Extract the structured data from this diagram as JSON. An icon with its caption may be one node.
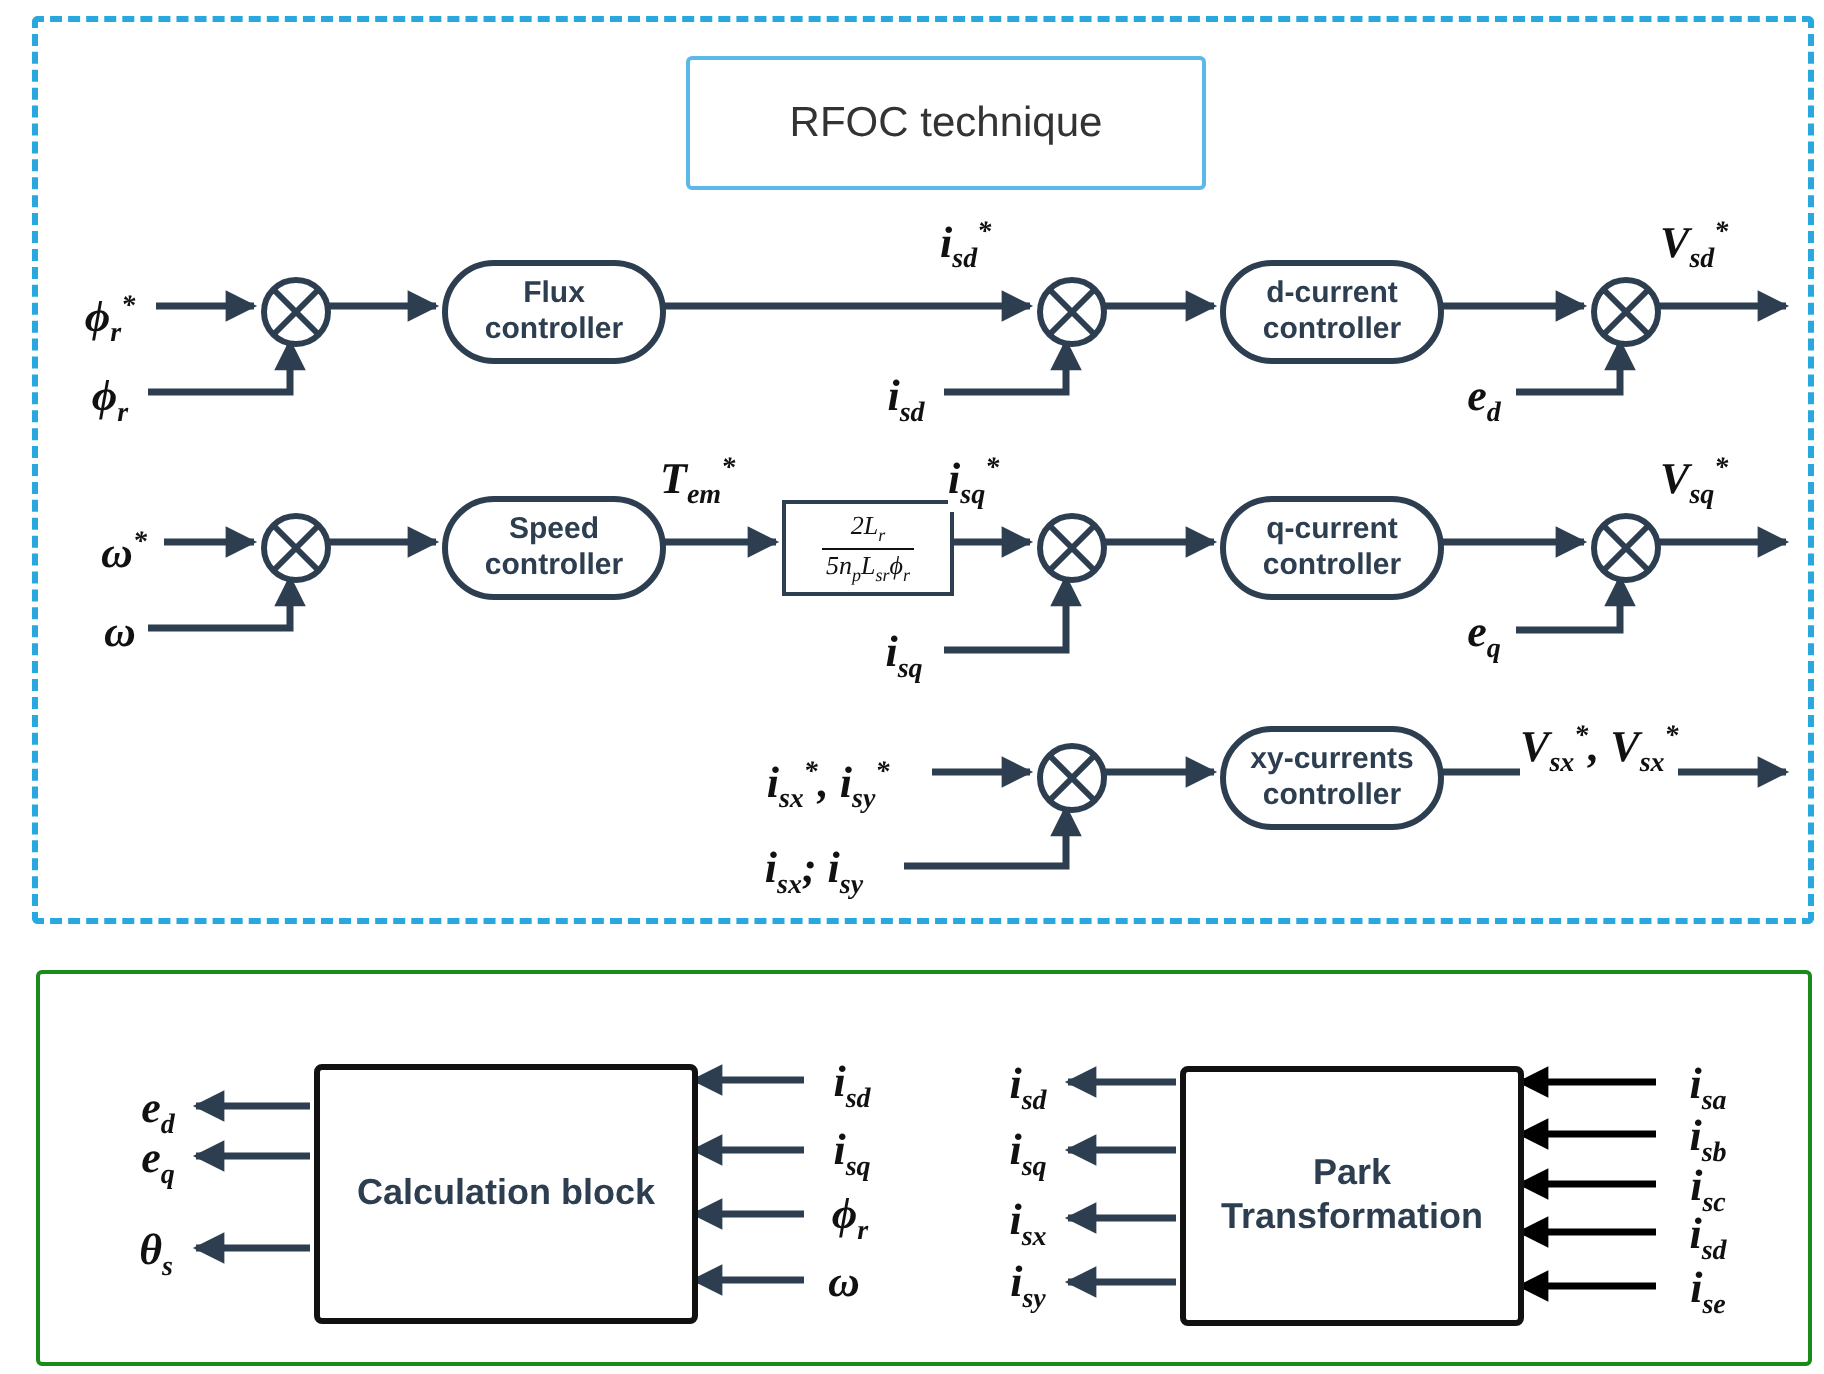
{
  "diagram": {
    "nodes": [
      {
        "text": [],
        "shape": "box"
      },
      {
        "text": [
          "RFOC technique"
        ],
        "in": 0
      },
      {
        "text": [
          "ϕ$_{r}$$^{*}$"
        ],
        "in": 0
      },
      {
        "text": [],
        "shape": "circle",
        "in": 0
      },
      {
        "text": [
          "ϕ$_{r}$"
        ],
        "in": 0
      },
      {
        "text": [
          "Flux controller"
        ],
        "in": 0
      },
      {
        "text": [],
        "shape": "circle",
        "in": 0
      },
      {
        "text": [
          "i$_{sd}$"
        ],
        "in": 0
      },
      {
        "text": [
          "d-current controller"
        ],
        "in": 0
      },
      {
        "text": [],
        "shape": "circle",
        "in": 0
      },
      {
        "text": [
          "e$_{d}$"
        ],
        "in": 0
      },
      {
        "text": [
          "ω$^{*}$"
        ],
        "in": 0
      },
      {
        "text": [],
        "shape": "circle",
        "in": 0
      },
      {
        "text": [
          "ω"
        ],
        "in": 0
      },
      {
        "text": [
          "Speed controller"
        ],
        "in": 0
      },
      {
        "text": [
          "2L$_{r}$",
          "5n$_{p}$L$_{sr}$ϕ$_{r}$"
        ],
        "in": 0
      },
      {
        "text": [],
        "shape": "circle",
        "in": 0
      },
      {
        "text": [
          "i$_{sq}$"
        ],
        "in": 0
      },
      {
        "text": [
          "q-current controller"
        ],
        "in": 0
      },
      {
        "text": [],
        "shape": "circle",
        "in": 0
      },
      {
        "text": [
          "e$_{q}$"
        ],
        "in": 0
      },
      {
        "text": [
          "i$_{sx}$$^{*}$, i$_{sy}$$^{*}$"
        ],
        "in": 0
      },
      {
        "text": [],
        "shape": "circle",
        "in": 0
      },
      {
        "text": [
          "i$_{sx}$; i$_{sy}$"
        ],
        "in": 0
      },
      {
        "text": [
          "xy-currents controller"
        ],
        "in": 0
      },
      {
        "text": [],
        "shape": "box"
      },
      {
        "text": [
          "Calculation block"
        ],
        "in": 25
      },
      {
        "text": [
          "e$_{d}$"
        ],
        "in": 25
      },
      {
        "text": [
          "e$_{q}$"
        ],
        "in": 25
      },
      {
        "text": [
          "θ$_{s}$"
        ],
        "in": 25
      },
      {
        "text": [
          "i$_{sd}$"
        ],
        "in": 25
      },
      {
        "text": [
          "i$_{sq}$"
        ],
        "in": 25
      },
      {
        "text": [
          "ϕ$_{r}$"
        ],
        "in": 25
      },
      {
        "text": [
          "ω"
        ],
        "in": 25
      },
      {
        "text": [
          "Park Transformation"
        ],
        "in": 25
      },
      {
        "text": [
          "i$_{sd}$"
        ],
        "in": 25
      },
      {
        "text": [
          "i$_{sq}$"
        ],
        "in": 25
      },
      {
        "text": [
          "i$_{sx}$"
        ],
        "in": 25
      },
      {
        "text": [
          "i$_{sy}$"
        ],
        "in": 25
      },
      {
        "text": [
          "i$_{sa}$"
        ],
        "in": 25
      },
      {
        "text": [
          "i$_{sb}$"
        ],
        "in": 25
      },
      {
        "text": [
          "i$_{sc}$"
        ],
        "in": 25
      },
      {
        "text": [
          "i$_{sd}$"
        ],
        "in": 25
      },
      {
        "text": [
          "i$_{se}$"
        ],
        "in": 25
      }
    ],
    "edges": [
      {
        "from": 2,
        "to": 3,
        "arrow": "to"
      },
      {
        "from": 4,
        "to": 3,
        "arrow": "to"
      },
      {
        "from": 3,
        "to": 5,
        "arrow": "to"
      },
      {
        "from": 5,
        "to": 6,
        "arrow": "to",
        "label": "i$_{sd}$$^{*}$"
      },
      {
        "from": 7,
        "to": 6,
        "arrow": "to"
      },
      {
        "from": 6,
        "to": 8,
        "arrow": "to"
      },
      {
        "from": 8,
        "to": 9,
        "arrow": "to"
      },
      {
        "from": 10,
        "to": 9,
        "arrow": "to"
      },
      {
        "from": 9,
        "to": null,
        "arrow": "to",
        "label": "V$_{sd}$$^{*}$"
      },
      {
        "from": 11,
        "to": 12,
        "arrow": "to"
      },
      {
        "from": 13,
        "to": 12,
        "arrow": "to"
      },
      {
        "from": 12,
        "to": 14,
        "arrow": "to"
      },
      {
        "from": 14,
        "to": 15,
        "arrow": "to",
        "label": "T$_{em}$$^{*}$"
      },
      {
        "from": 15,
        "to": 16,
        "arrow": "to",
        "label": "i$_{sq}$$^{*}$"
      },
      {
        "from": 17,
        "to": 16,
        "arrow": "to"
      },
      {
        "from": 16,
        "to": 18,
        "arrow": "to"
      },
      {
        "from": 18,
        "to": 19,
        "arrow": "to"
      },
      {
        "from": 20,
        "to": 19,
        "arrow": "to"
      },
      {
        "from": 19,
        "to": null,
        "arrow": "to",
        "label": "V$_{sq}$$^{*}$"
      },
      {
        "from": 21,
        "to": 22,
        "arrow": "to"
      },
      {
        "from": 23,
        "to": 22,
        "arrow": "to"
      },
      {
        "from": 22,
        "to": 24,
        "arrow": "to"
      },
      {
        "from": 24,
        "to": null,
        "arrow": "to",
        "label": "V$_{sx}$$^{*}$, V$_{sx}$$^{*}$"
      },
      {
        "from": 26,
        "to": 27,
        "arrow": "to"
      },
      {
        "from": 26,
        "to": 28,
        "arrow": "to"
      },
      {
        "from": 26,
        "to": 29,
        "arrow": "to"
      },
      {
        "from": 30,
        "to": 26,
        "arrow": "to"
      },
      {
        "from": 31,
        "to": 26,
        "arrow": "to"
      },
      {
        "from": 32,
        "to": 26,
        "arrow": "to"
      },
      {
        "from": 33,
        "to": 26,
        "arrow": "to"
      },
      {
        "from": 34,
        "to": 35,
        "arrow": "to"
      },
      {
        "from": 34,
        "to": 36,
        "arrow": "to"
      },
      {
        "from": 34,
        "to": 37,
        "arrow": "to"
      },
      {
        "from": 34,
        "to": 38,
        "arrow": "to"
      },
      {
        "from": 39,
        "to": 34,
        "arrow": "to",
        "color": "#000000"
      },
      {
        "from": 40,
        "to": 34,
        "arrow": "to",
        "color": "#000000"
      },
      {
        "from": 41,
        "to": 34,
        "arrow": "to",
        "color": "#000000"
      },
      {
        "from": 42,
        "to": 34,
        "arrow": "to",
        "color": "#000000"
      },
      {
        "from": 43,
        "to": 34,
        "arrow": "to",
        "color": "#000000"
      }
    ]
  }
}
